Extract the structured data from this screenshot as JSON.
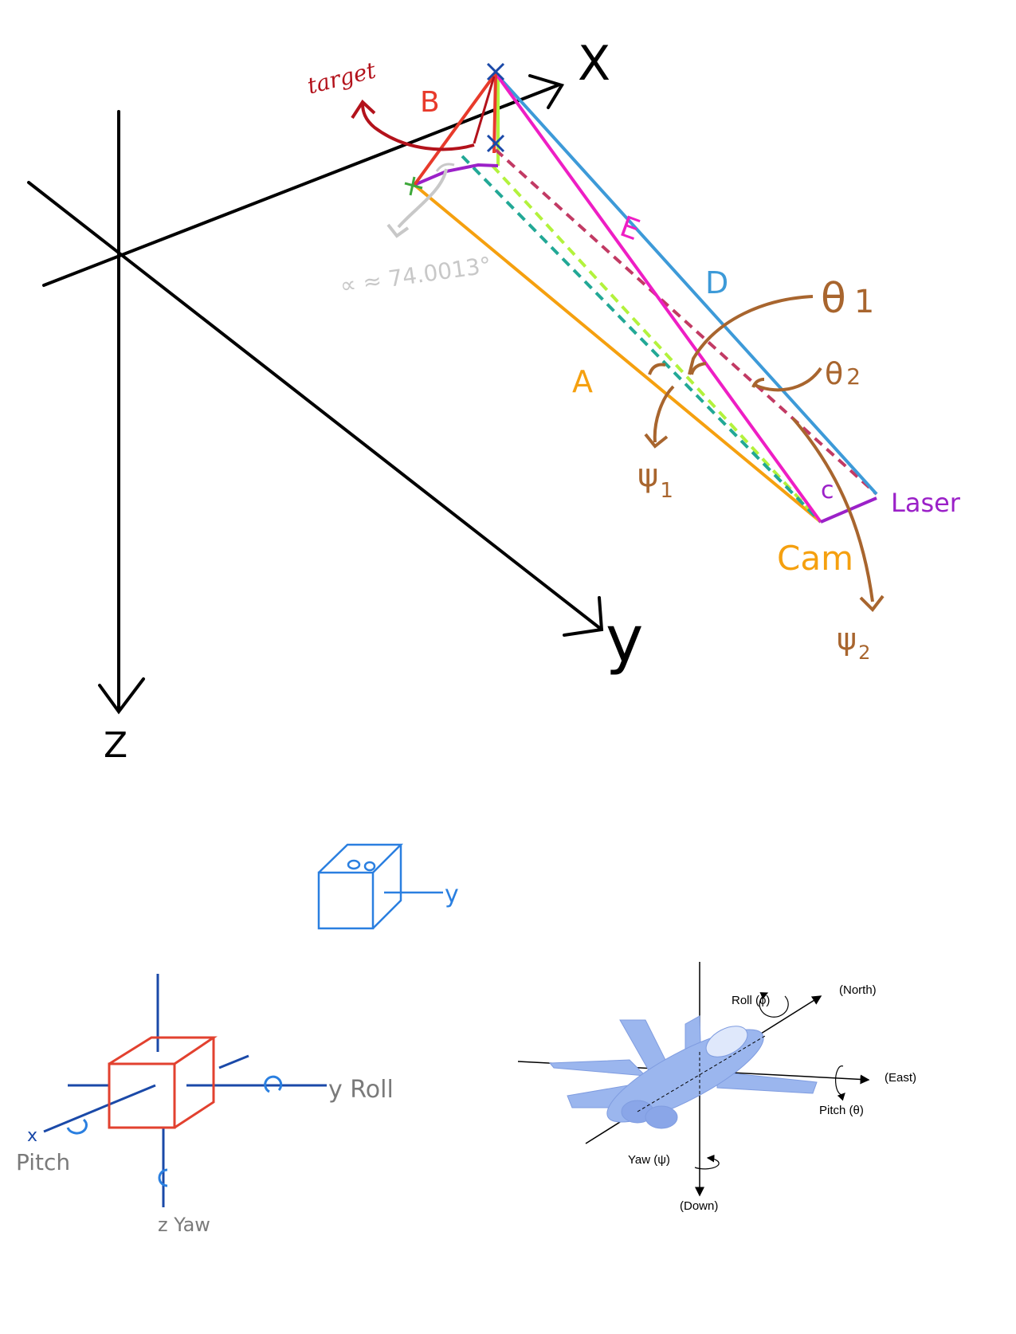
{
  "colors": {
    "black": "#000000",
    "target_red": "#b3121b",
    "b_red": "#e83a2b",
    "orange": "#f5a00f",
    "blue": "#3d9ad8",
    "magenta": "#ee1ec4",
    "purple": "#9b21c8",
    "lime": "#b3f23c",
    "teal": "#22a896",
    "dashed_red": "#c23a64",
    "brown": "#a8652e",
    "gray": "#c8c8c8",
    "axis_blue": "#2a7fe0",
    "dark_blue": "#1a49a8",
    "plane_blue": "#9bb6ee",
    "cube_red": "#e2412f"
  },
  "main_diagram": {
    "axis_x": "X",
    "axis_y": "y",
    "axis_z": "Z",
    "target_label": "target",
    "label_b": "B",
    "label_e": "E",
    "label_d": "D",
    "label_a": "A",
    "label_c": "c",
    "label_laser": "Laser",
    "label_cam": "Cam",
    "theta1": "θ",
    "theta1_sub": "1",
    "theta2": "θ",
    "theta2_sub": "2",
    "psi1": "ψ",
    "psi1_sub": "1",
    "psi2": "ψ",
    "psi2_sub": "2",
    "alpha_label": "∝ ≈ 74.0013°"
  },
  "small_cube": {
    "axis_y": "y"
  },
  "cube_axes": {
    "label_y_roll": "y Roll",
    "label_x": "x",
    "label_pitch": "Pitch",
    "label_z_yaw": "z Yaw"
  },
  "aircraft": {
    "roll": "Roll (ϕ)",
    "north": "(North)",
    "east": "(East)",
    "pitch": "Pitch (θ)",
    "yaw": "Yaw (ψ)",
    "down": "(Down)"
  }
}
